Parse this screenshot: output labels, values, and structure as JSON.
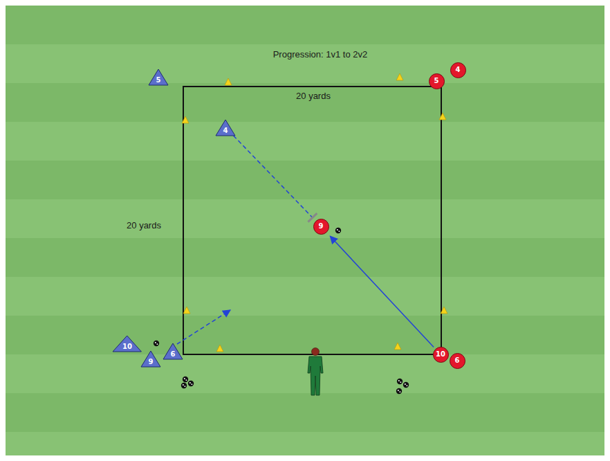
{
  "diagram": {
    "nodes": [
      {
        "text": [
          "5"
        ]
      },
      {
        "text": [
          "5"
        ]
      },
      {
        "text": [
          "4"
        ]
      },
      {
        "text": [
          "4"
        ]
      },
      {
        "text": [
          "9"
        ]
      },
      {
        "text": [
          "10"
        ]
      },
      {
        "text": [
          "9"
        ]
      },
      {
        "text": [
          "6"
        ]
      },
      {
        "text": [
          "10"
        ]
      },
      {
        "text": [
          "6"
        ]
      }
    ],
    "edges": [
      {
        "from": 8,
        "to": 4,
        "arrow": "to"
      },
      {
        "from": 3,
        "to": 4,
        "arrow": "to"
      }
    ],
    "labels": [
      "Progression: 1v1 to 2v2",
      "20 yards",
      "20 yards"
    ]
  }
}
